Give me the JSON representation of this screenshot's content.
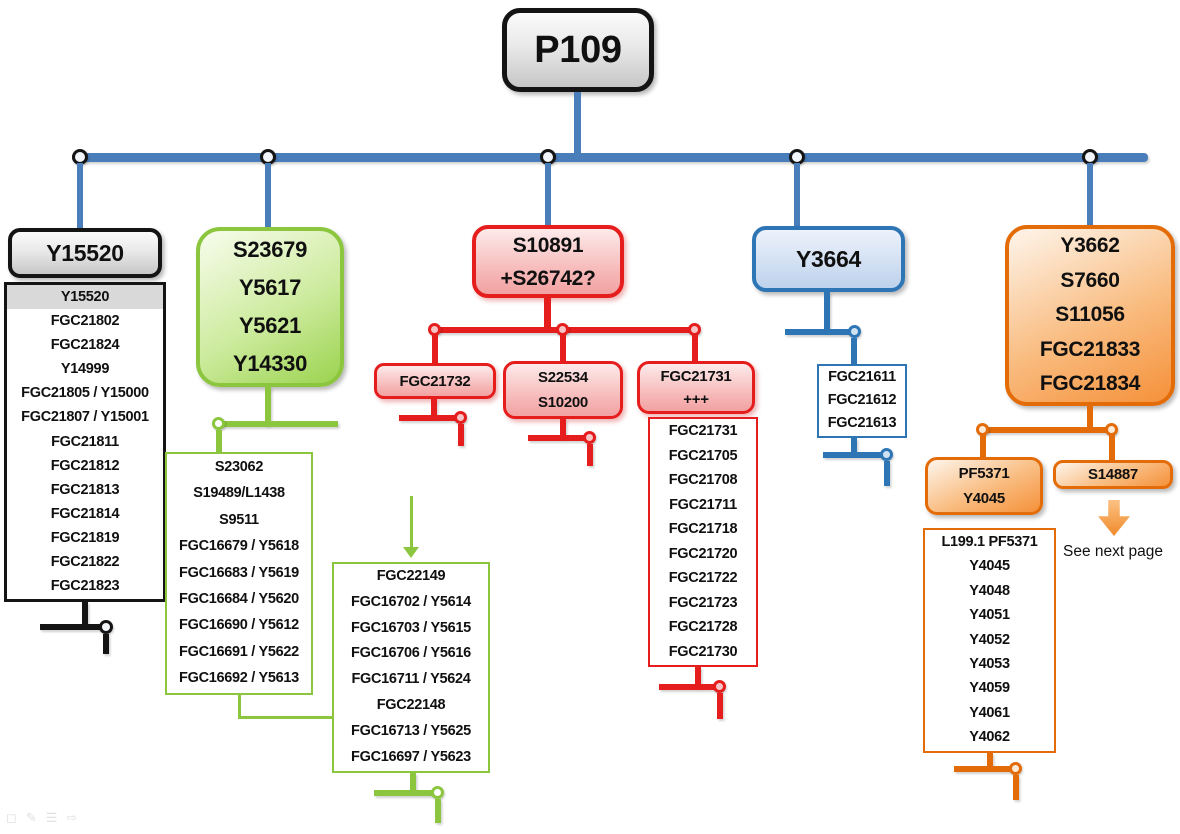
{
  "root": {
    "label": "P109"
  },
  "branches": {
    "black": {
      "title": "Y15520",
      "snps": [
        "Y15520",
        "FGC21802",
        "FGC21824",
        "Y14999",
        "FGC21805 / Y15000",
        "FGC21807 / Y15001",
        "FGC21811",
        "FGC21812",
        "FGC21813",
        "FGC21814",
        "FGC21819",
        "FGC21822",
        "FGC21823"
      ]
    },
    "green": {
      "title_lines": [
        "S23679",
        "Y5617",
        "Y5621",
        "Y14330"
      ],
      "list1": [
        "S23062",
        "S19489/L1438",
        "S9511",
        "FGC16679 / Y5618",
        "FGC16683 / Y5619",
        "FGC16684 / Y5620",
        "FGC16690 / Y5612",
        "FGC16691 / Y5622",
        "FGC16692 / Y5613"
      ],
      "list2": [
        "FGC22149",
        "FGC16702 / Y5614",
        "FGC16703 / Y5615",
        "FGC16706 / Y5616",
        "FGC16711 / Y5624",
        "FGC22148",
        "FGC16713 / Y5625",
        "FGC16697 / Y5623"
      ]
    },
    "red": {
      "title_lines": [
        "S10891",
        "+S26742?"
      ],
      "child1_label": "FGC21732",
      "child2_lines": [
        "S22534",
        "S10200"
      ],
      "child3_lines": [
        "FGC21731",
        "+++"
      ],
      "list": [
        "FGC21731",
        "FGC21705",
        "FGC21708",
        "FGC21711",
        "FGC21718",
        "FGC21720",
        "FGC21722",
        "FGC21723",
        "FGC21728",
        "FGC21730"
      ]
    },
    "blue": {
      "title": "Y3664",
      "list": [
        "FGC21611",
        "FGC21612",
        "FGC21613"
      ]
    },
    "orange": {
      "title_lines": [
        "Y3662",
        "S7660",
        "S11056",
        "FGC21833",
        "FGC21834"
      ],
      "child1_lines": [
        "PF5371",
        "Y4045"
      ],
      "child2_label": "S14887",
      "note": "See next page",
      "list": [
        "L199.1 PF5371",
        "Y4045",
        "Y4048",
        "Y4051",
        "Y4052",
        "Y4053",
        "Y4059",
        "Y4061",
        "Y4062"
      ]
    }
  },
  "colors": {
    "bus_blue": "#4a7ebb",
    "blue": "#2e75b6",
    "red": "#e51d1d",
    "green": "#8cc63e",
    "orange": "#e36c09",
    "ink": "#141414"
  },
  "ghost_icons": [
    "◻",
    "✎",
    "☰",
    "⇨"
  ]
}
